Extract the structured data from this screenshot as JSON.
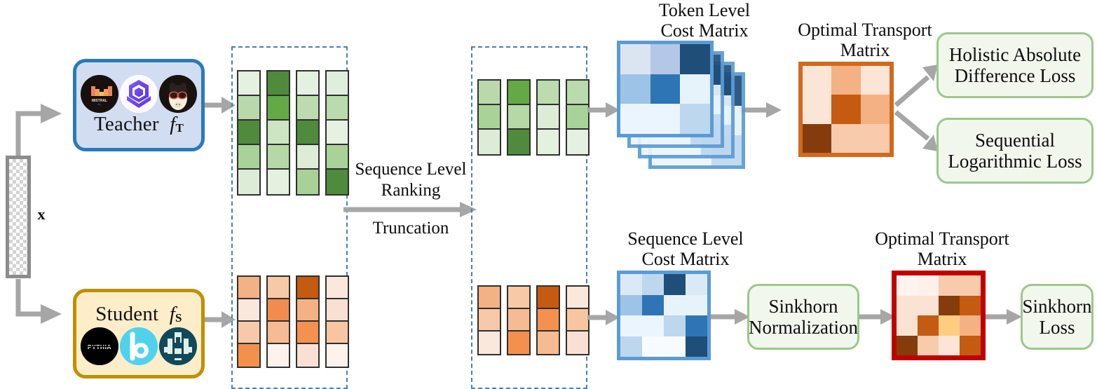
{
  "input": {
    "label": "x"
  },
  "teacher": {
    "name": "Teacher",
    "symbol": "f",
    "subscript": "T",
    "logos": [
      "mistral-logo",
      "qwen-logo",
      "llama-logo"
    ]
  },
  "student": {
    "name": "Student",
    "symbol": "f",
    "subscript": "S",
    "logos": [
      "pythia-logo",
      "bloom-logo",
      "tinyllama-logo"
    ]
  },
  "middle_op": {
    "line1": "Sequence Level",
    "line2": "Ranking",
    "line3": "Truncation"
  },
  "titles": {
    "token_cost_matrix": "Token Level\nCost Matrix",
    "optimal_transport_top": "Optimal Transport\nMatrix",
    "sequence_cost_matrix": "Sequence Level\nCost Matrix",
    "optimal_transport_bottom": "Optimal Transport\nMatrix"
  },
  "boxes": {
    "holistic_loss": "Holistic Absolute\nDifference Loss",
    "sequential_loss": "Sequential\nLogarithmic Loss",
    "sinkhorn_norm": "Sinkhorn\nNormalization",
    "sinkhorn_loss": "Sinkhorn\nLoss"
  },
  "colors": {
    "teacher_border": "#2a7ab9",
    "teacher_fill": "#d2ddf2",
    "student_border": "#bf9000",
    "student_fill": "#fdedc8",
    "dashed_border": "#4a7ebb",
    "green_box_border": "#9bc88a",
    "green_box_fill": "#f2f7ee",
    "matrix_blue_border": "#5b9bd5",
    "matrix_orange_border": "#d2691e",
    "matrix_red_border": "#c00000",
    "arrow_gray": "#a6a6a6"
  },
  "chart_data": {
    "type": "heatmap",
    "teacher_tokens_full": {
      "rows": 5,
      "cols": 4,
      "note": "columns of teacher token probability cells (green)",
      "cells": [
        [
          "#e4f0e0",
          "#4f8a3d",
          "#e4f0e0",
          "#e0efdd"
        ],
        [
          "#b9d9ab",
          "#63a945",
          "#bcdcae",
          "#badbad"
        ],
        [
          "#4f8a3d",
          "#cde5c2",
          "#4f8a3d",
          "#e6f1e2"
        ],
        [
          "#a8d298",
          "#b5d8a6",
          "#ddecd7",
          "#a9d299"
        ],
        [
          "#ddecd7",
          "#e4f0e0",
          "#a7d196",
          "#4f8a3d"
        ]
      ]
    },
    "student_tokens_full": {
      "rows": 4,
      "cols": 4,
      "note": "columns of student token probability cells (orange)",
      "cells": [
        [
          "#f4b183",
          "#f7c9a5",
          "#c55a11",
          "#fbe8dd"
        ],
        [
          "#fbe8dd",
          "#f28b4f",
          "#f4b183",
          "#fae0d2"
        ],
        [
          "#f8c9a8",
          "#f6bb92",
          "#f4914f",
          "#f7c6a0"
        ],
        [
          "#f4904e",
          "#fdf2ec",
          "#fae0d2",
          "#fdf2ec"
        ]
      ]
    },
    "teacher_tokens_truncated": {
      "rows": 3,
      "cols": 4,
      "cells": [
        [
          "#b9d9ab",
          "#63a945",
          "#bcdcae",
          "#badbad"
        ],
        [
          "#a8d298",
          "#b5d8a6",
          "#ddecd7",
          "#a9d299"
        ],
        [
          "#ddecd7",
          "#4f8a3d",
          "#e4f0e0",
          "#e4f0e0"
        ]
      ]
    },
    "student_tokens_truncated": {
      "rows": 3,
      "cols": 4,
      "cells": [
        [
          "#f4b183",
          "#f7c9a5",
          "#c55a11",
          "#fbe8dd"
        ],
        [
          "#f8c9a8",
          "#f6bb92",
          "#f4914f",
          "#f7c6a0"
        ],
        [
          "#fbe8dd",
          "#f4904e",
          "#f6bb92",
          "#fae0d2"
        ]
      ]
    },
    "token_cost_matrix": {
      "rows": 3,
      "cols": 3,
      "stack_count": 4,
      "border": "#5b9bd5",
      "cells": [
        [
          "#dbe5f1",
          "#b4c7e7",
          "#1f4e79"
        ],
        [
          "#9dc3e6",
          "#2e75b6",
          "#e7f3fb"
        ],
        [
          "#eaf5fd",
          "#eaf5fd",
          "#bdd7ee"
        ]
      ]
    },
    "optimal_transport_top": {
      "rows": 3,
      "cols": 3,
      "border": "#d2691e",
      "cells": [
        [
          "#fbe5d6",
          "#f4b183",
          "#fbe5d6"
        ],
        [
          "#fbe5d6",
          "#c55a11",
          "#f4b183"
        ],
        [
          "#843c0c",
          "#f8cbad",
          "#f8cbad"
        ]
      ]
    },
    "sequence_cost_matrix": {
      "rows": 4,
      "cols": 4,
      "border": "#5b9bd5",
      "cells": [
        [
          "#dbe9f7",
          "#bdd7ee",
          "#1f4e79",
          "#dbe9f7"
        ],
        [
          "#9dc3e6",
          "#2e75b6",
          "#e7f3fb",
          "#e7f3fb"
        ],
        [
          "#eaf5fd",
          "#eaf5fd",
          "#bdd7ee",
          "#2e75b6"
        ],
        [
          "#bdd7ee",
          "#f7fbfe",
          "#f7fbfe",
          "#1f4e79"
        ]
      ]
    },
    "optimal_transport_bottom": {
      "rows": 4,
      "cols": 4,
      "border": "#c00000",
      "cells": [
        [
          "#fdf4ef",
          "#fdf1e9",
          "#f8cbad",
          "#f8cbad"
        ],
        [
          "#fae3d3",
          "#fae3d3",
          "#843c0c",
          "#c55a11"
        ],
        [
          "#fae3d3",
          "#c55a11",
          "#ffcc80",
          "#f4b183"
        ],
        [
          "#843c0c",
          "#f8cbad",
          "#fbe5d6",
          "#c55a11"
        ]
      ]
    }
  }
}
